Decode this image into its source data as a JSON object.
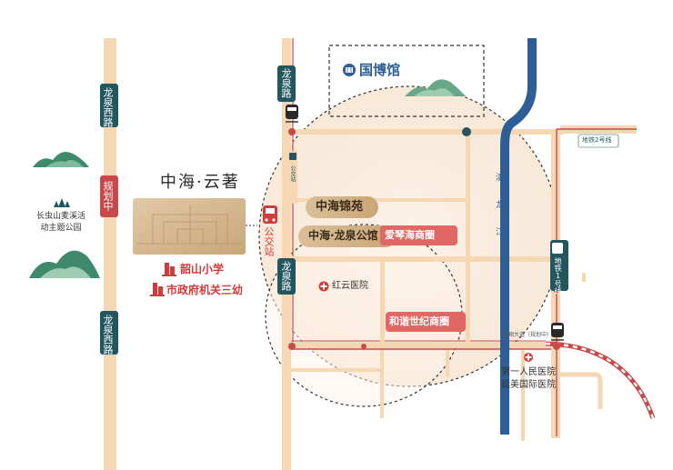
{
  "project": {
    "title": "中海·云著"
  },
  "roads": {
    "longquan_west": "龙泉西路",
    "longquan": "龙泉路",
    "planned": "规划中",
    "metro_line2": "地铁2号线",
    "metro_line1": "地铁1号线",
    "metro_line_small": "地铁2号线",
    "bottom_road_small": "翰翔大道（规划中）",
    "river_chars": [
      "滇",
      "龙",
      "江"
    ]
  },
  "stops": {
    "bus_station": "公交站",
    "bus_stop_small": "公交站"
  },
  "pois": {
    "museum": "国博馆",
    "park": "长虫山麦溪活动主题公园",
    "school": "韶山小学",
    "kindergarten": "市政府机关三幼",
    "hospital_hongyun": "红云医院",
    "hospital_first": "第一人民医院",
    "hospital_intl": "延美国际医院"
  },
  "projects": {
    "jinyuan": "中海锦苑",
    "gongguan": "中海·龙泉公馆"
  },
  "business": {
    "aiqinhai": "爱琴海商圈",
    "hexie": "和谐世纪商圈"
  },
  "colors": {
    "road": "#f6d7b3",
    "road_edge": "#e9b98a",
    "railway": "#c8494a",
    "river": "#2d5f96",
    "badge": "#23575f",
    "park_green": "#3f8a6d",
    "gold": "#cdb089",
    "label_red": "#d9534f",
    "circle_fill": "#fbf0e4"
  },
  "icons": {
    "museum": "museum-icon",
    "hospital": "hospital-cross-icon",
    "school": "building-icon",
    "metro": "metro-train-icon",
    "bus": "bus-icon",
    "tree": "tree-icon"
  }
}
